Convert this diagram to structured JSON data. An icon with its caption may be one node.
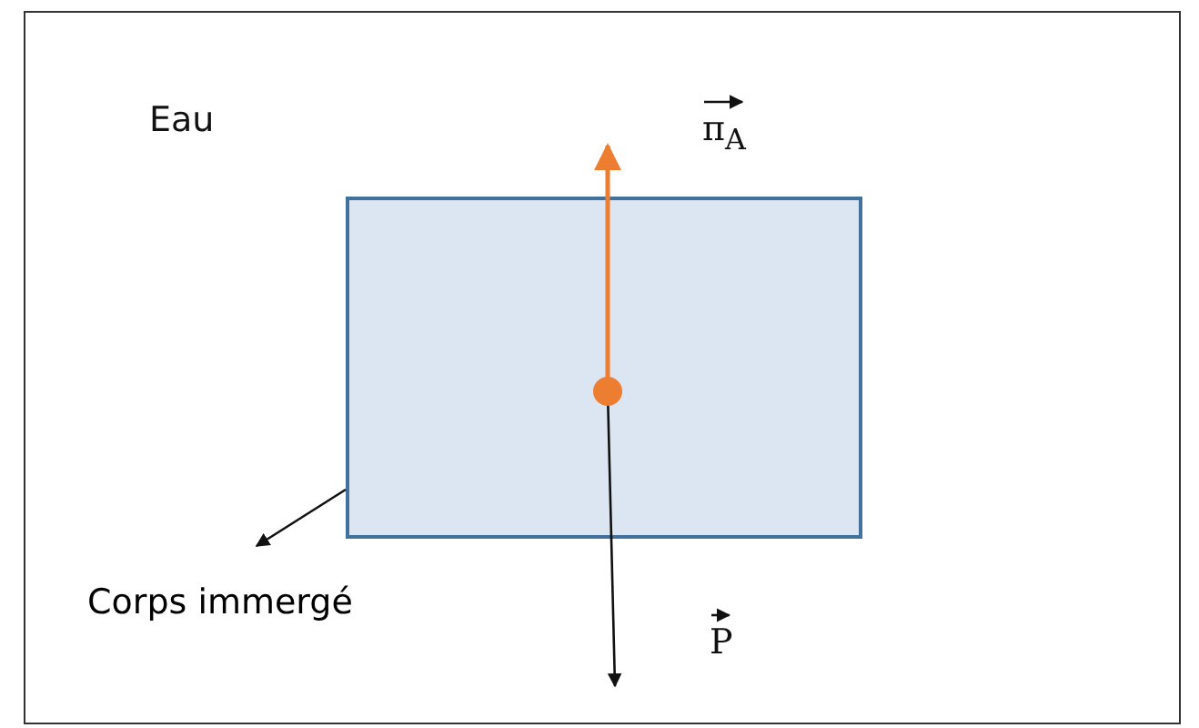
{
  "diagram": {
    "nodes": [
      {
        "text": [],
        "shape": "box"
      },
      {
        "text": [
          "Corps immergé"
        ]
      }
    ],
    "edges": [
      {
        "from": 0,
        "to": 1,
        "arrow": "to"
      }
    ],
    "labels": [
      "Eau",
      "π$_{A}$",
      "P"
    ]
  }
}
